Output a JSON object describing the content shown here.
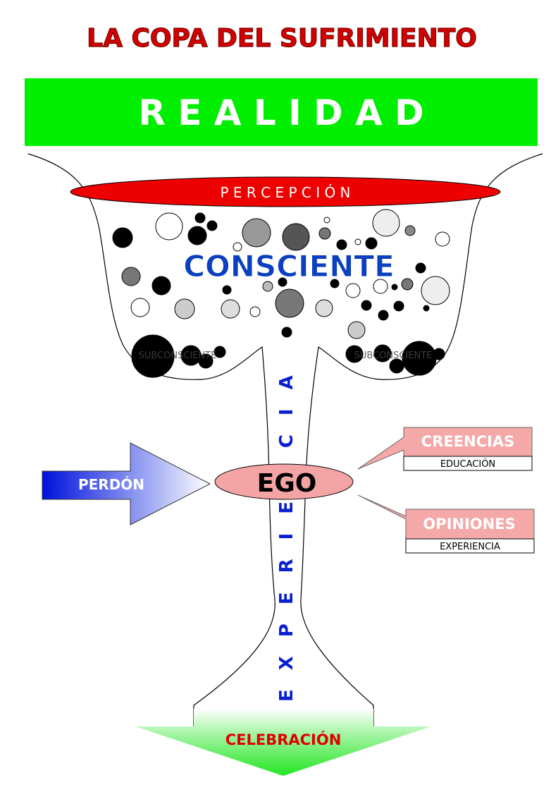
{
  "title": "LA COPA DEL SUFRIMIENTO",
  "realidad": "R E A L I D A D",
  "percepcion": "P E R C E P C I Ó N",
  "consciente": "CONSCIENTE",
  "subconsciente_left": "SUBCONSCIENTE",
  "subconsciente_right": "SUBCONSCIENTE",
  "experiencia_vertical": "EXPERIENCIA",
  "ego": "EGO",
  "perdon": "PERDÓN",
  "creencias": {
    "label": "CREENCIAS",
    "sub": "EDUCACIÓN"
  },
  "opiniones": {
    "label": "OPINIONES",
    "sub": "EXPERIENCIA"
  },
  "celebracion": "CELEBRACIÓN",
  "colors": {
    "title_red": "#d40000",
    "realidad_green": "#00ee00",
    "percepcion_red": "#ee0000",
    "consciente_blue": "#0a3fc0",
    "ego_pink": "#f4a4a4",
    "callout_pink": "#f5a8a8",
    "perdon_blue": "#0011dd",
    "celebracion_green": "#33ee33"
  }
}
